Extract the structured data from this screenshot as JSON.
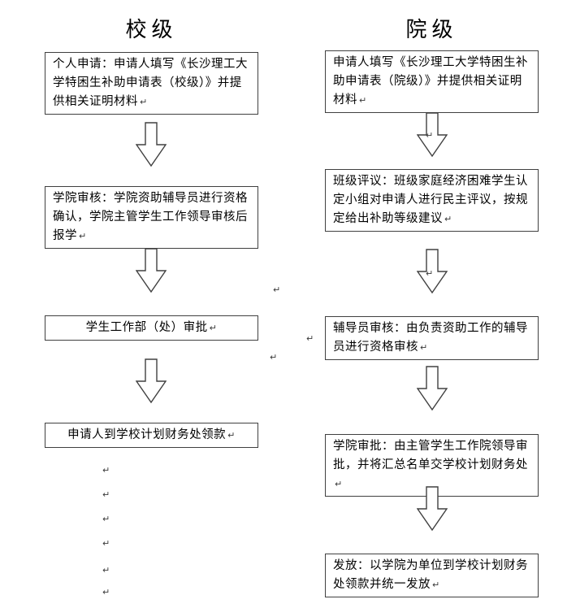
{
  "left_column": {
    "title": "校级",
    "steps": [
      "个人申请：申请人填写《长沙理工大学特困生补助申请表（校级）》并提供相关证明材料",
      "学院审核：学院资助辅导员进行资格确认，学院主管学生工作领导审核后报学",
      "学生工作部（处）审批",
      "申请人到学校计划财务处领款"
    ]
  },
  "right_column": {
    "title": "院级",
    "steps": [
      "申请人填写《长沙理工大学特困生补助申请表（院级）》并提供相关证明材料",
      "班级评议：班级家庭经济困难学生认定小组对申请人进行民主评议，按规定给出补助等级建议",
      "辅导员审核：由负责资助工作的辅导员进行资格审核",
      "学院审批：由主管学生工作院领导审批，并将汇总名单交学校计划财务处",
      "发放：以学院为单位到学校计划财务处领款并统一发放"
    ]
  },
  "decor": {
    "paragraph_mark": "↵",
    "line_color": "#404040"
  }
}
